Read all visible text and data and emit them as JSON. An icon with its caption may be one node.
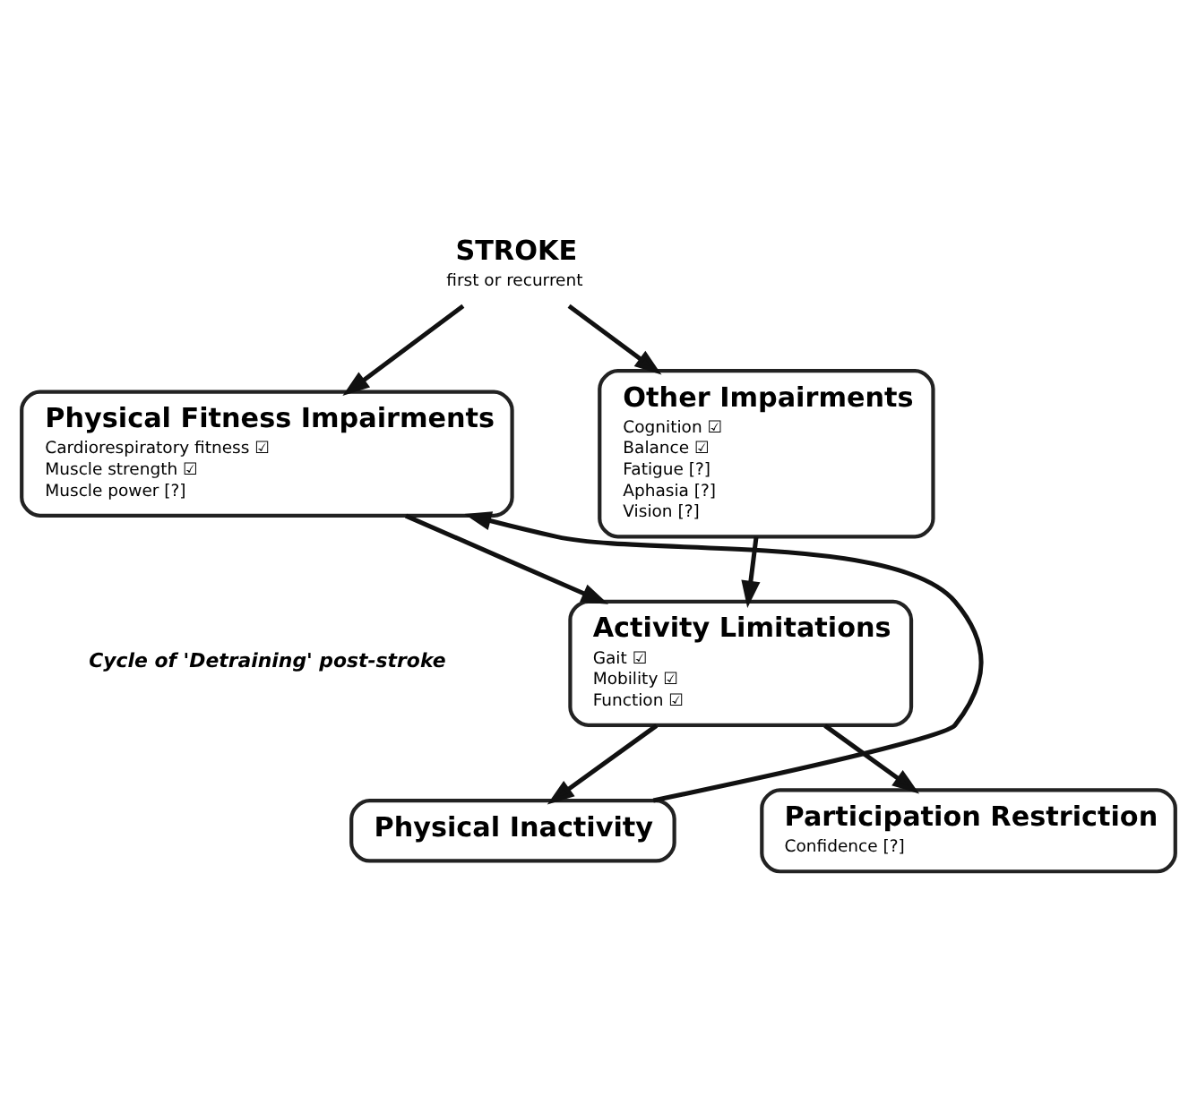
{
  "diagram": {
    "nodes": [
      {
        "text": [
          "STROKE",
          "first or recurrent"
        ]
      },
      {
        "text": [
          "Physical Fitness Impairments",
          "Cardiorespiratory fitness ☑",
          "Muscle strength ☑",
          "Muscle power [?]"
        ]
      },
      {
        "text": [
          "Other Impairments",
          "Cognition ☑",
          "Balance ☑",
          "Fatigue [?]",
          "Aphasia [?]",
          "Vision [?]"
        ]
      },
      {
        "text": [
          "Activity Limitations",
          "Gait ☑",
          "Mobility ☑",
          "Function ☑"
        ]
      },
      {
        "text": [
          "Physical Inactivity"
        ]
      },
      {
        "text": [
          "Participation Restriction",
          "Confidence [?]"
        ]
      }
    ],
    "edges": [
      {
        "from": 0,
        "to": 1,
        "arrow": "to"
      },
      {
        "from": 0,
        "to": 2,
        "arrow": "to"
      },
      {
        "from": 1,
        "to": 3,
        "arrow": "to"
      },
      {
        "from": 2,
        "to": 3,
        "arrow": "to"
      },
      {
        "from": 3,
        "to": 4,
        "arrow": "to"
      },
      {
        "from": 3,
        "to": 5,
        "arrow": "to"
      },
      {
        "from": 4,
        "to": 1,
        "arrow": "to"
      }
    ],
    "labels": [
      "Cycle of 'Detraining' post-stroke"
    ]
  }
}
